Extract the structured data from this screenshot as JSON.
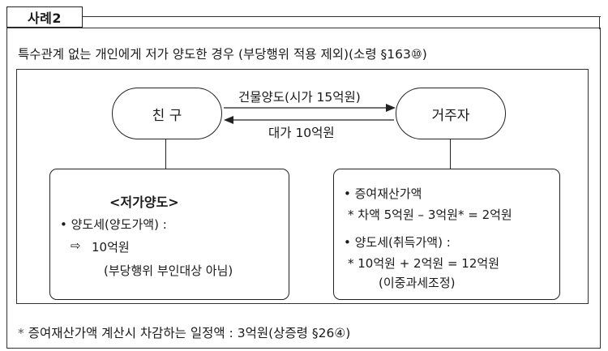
{
  "tab_label": "사례2",
  "heading": "특수관계 없는 개인에게 저가 양도한 경우 (부당행위 적용 제외)(소령 §163⑩)",
  "left_party": "친 구",
  "right_party": "거주자",
  "top_arrow_label": "건물양도(시가 15억원)",
  "bottom_arrow_label": "대가 10억원",
  "left_box": {
    "title": "<저가양도>",
    "line1": "• 양도세(양도가액) :",
    "line2_arrow": "⇨",
    "line2_value": "10억원",
    "line3": "(부당행위 부인대상 아님)"
  },
  "right_box": {
    "line1": "• 증여재산가액",
    "line2": "* 차액  5억원 – 3억원* = 2억원",
    "line3": "• 양도세(취득가액) :",
    "line4": "* 10억원 + 2억원 = 12억원",
    "line5": "(이중과세조정)"
  },
  "footnote_star": "*",
  "footnote": "증여재산가액 계산시 차감하는 일정액 : 3억원(상증령 §26④)"
}
